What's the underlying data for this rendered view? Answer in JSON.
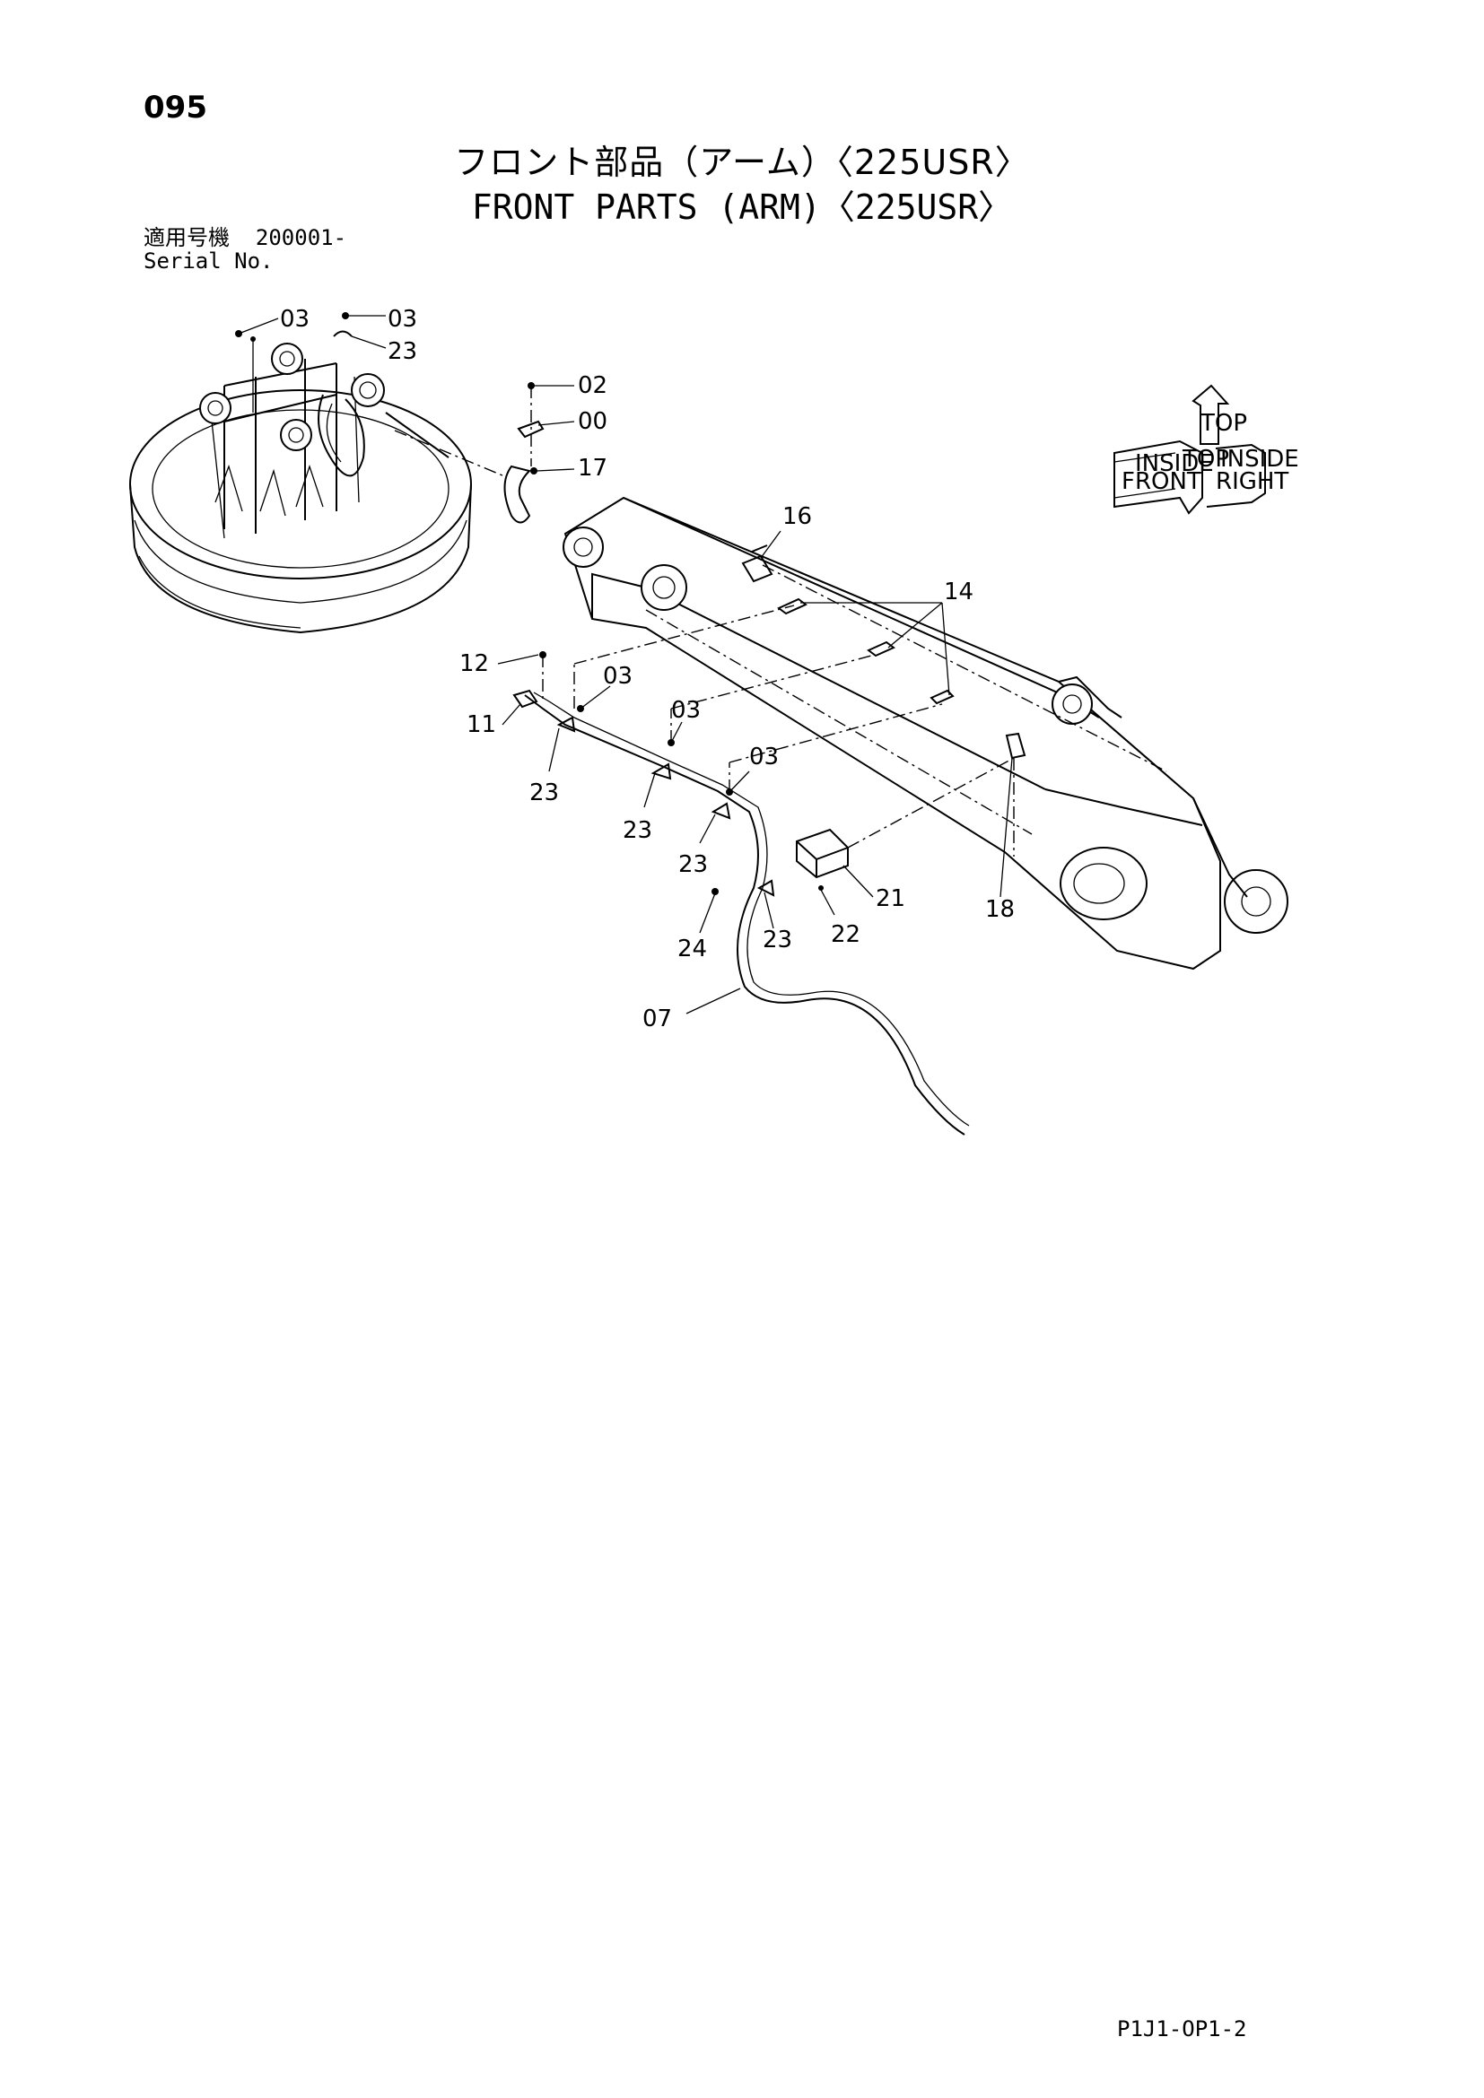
{
  "page": {
    "number": "095",
    "code": "P1J1-OP1-2"
  },
  "title": {
    "jp": "フロント部品（アーム）〈225USR〉",
    "en": "FRONT PARTS (ARM)〈225USR〉"
  },
  "serial": {
    "label_jp": "適用号機",
    "value": "200001-",
    "label_en": "Serial No."
  },
  "orientation": {
    "labels": [
      "TOP",
      "FRONT",
      "RIGHT",
      "INSIDE",
      "TOP",
      "INSIDE"
    ]
  },
  "callouts": [
    {
      "id": "c1",
      "text": "03"
    },
    {
      "id": "c2",
      "text": "03"
    },
    {
      "id": "c3",
      "text": "23"
    },
    {
      "id": "c4",
      "text": "02"
    },
    {
      "id": "c5",
      "text": "00"
    },
    {
      "id": "c6",
      "text": "17"
    },
    {
      "id": "c7",
      "text": "16"
    },
    {
      "id": "c8",
      "text": "14"
    },
    {
      "id": "c9",
      "text": "12"
    },
    {
      "id": "c10",
      "text": "03"
    },
    {
      "id": "c11",
      "text": "11"
    },
    {
      "id": "c12",
      "text": "03"
    },
    {
      "id": "c13",
      "text": "03"
    },
    {
      "id": "c14",
      "text": "23"
    },
    {
      "id": "c15",
      "text": "23"
    },
    {
      "id": "c16",
      "text": "23"
    },
    {
      "id": "c17",
      "text": "21"
    },
    {
      "id": "c18",
      "text": "18"
    },
    {
      "id": "c19",
      "text": "22"
    },
    {
      "id": "c20",
      "text": "23"
    },
    {
      "id": "c21",
      "text": "24"
    },
    {
      "id": "c22",
      "text": "07"
    }
  ]
}
